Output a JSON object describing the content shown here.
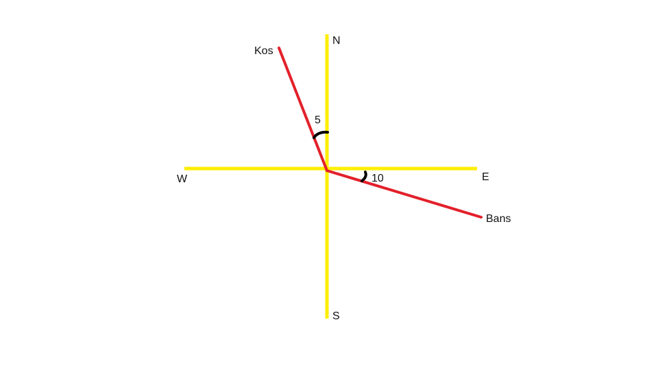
{
  "compass": {
    "north": "N",
    "south": "S",
    "east": "E",
    "west": "W"
  },
  "points": {
    "kos": "Kos",
    "bans": "Bans"
  },
  "angles": {
    "kos_angle": "5",
    "bans_angle": "10"
  },
  "colors": {
    "axis": "#ffee00",
    "route": "#e3202a",
    "arc": "#000000",
    "background": "#ffffff"
  }
}
